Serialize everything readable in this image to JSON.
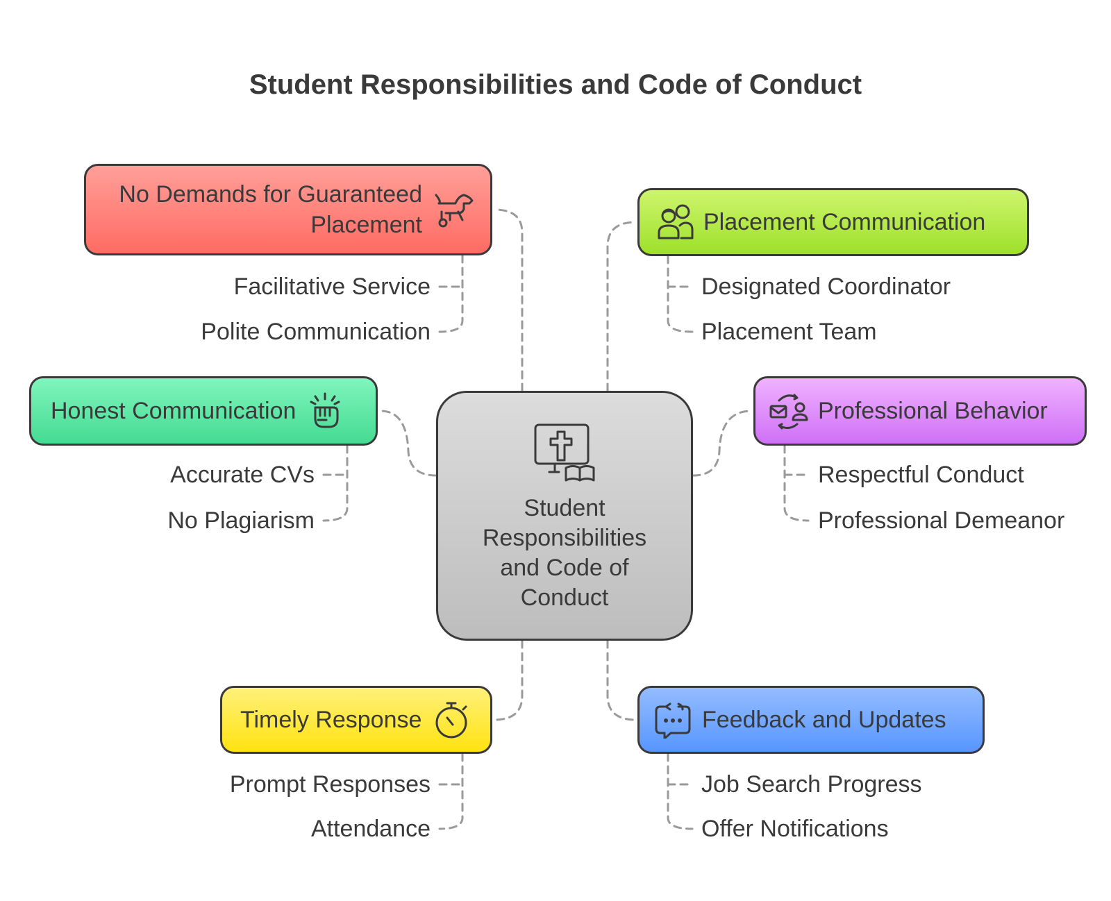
{
  "title": "Student Responsibilities and Code of Conduct",
  "center": {
    "label": "Student Responsibilities and Code of Conduct",
    "icon": "monitor-cross-book-icon"
  },
  "branches": {
    "guaranteed": {
      "label": "No Demands for Guaranteed Placement",
      "icon": "dog-on-leash-icon",
      "color": "#ff7a73",
      "items": [
        "Facilitative Service",
        "Polite Communication"
      ]
    },
    "honest": {
      "label": "Honest Communication",
      "icon": "raised-fist-icon",
      "color": "#5ee8a6",
      "items": [
        "Accurate CVs",
        "No Plagiarism"
      ]
    },
    "timely": {
      "label": "Timely Response",
      "icon": "stopwatch-icon",
      "color": "#ffe83a",
      "items": [
        "Prompt Responses",
        "Attendance"
      ]
    },
    "placement": {
      "label": "Placement Communication",
      "icon": "two-people-icon",
      "color": "#b5ea45",
      "items": [
        "Designated Coordinator",
        "Placement Team"
      ]
    },
    "professional": {
      "label": "Professional Behavior",
      "icon": "mail-person-exchange-icon",
      "color": "#de8cfb",
      "items": [
        "Respectful Conduct",
        "Professional Demeanor"
      ]
    },
    "feedback": {
      "label": "Feedback and Updates",
      "icon": "chat-refresh-icon",
      "color": "#6fa7ff",
      "items": [
        "Job Search Progress",
        "Offer Notifications"
      ]
    }
  }
}
